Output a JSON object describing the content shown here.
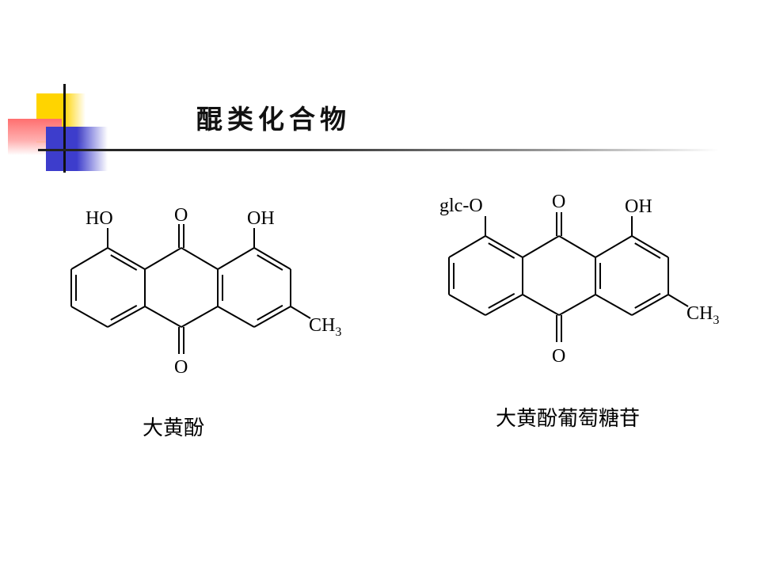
{
  "slide": {
    "title": "醌类化合物"
  },
  "molecules": [
    {
      "name": "大黄酚",
      "labels": {
        "left_sub": "HO",
        "top_carbonyl": "O",
        "right_sub": "OH",
        "bottom_carbonyl": "O",
        "methyl_main": "CH",
        "methyl_sub": "3"
      }
    },
    {
      "name": "大黄酚葡萄糖苷",
      "labels": {
        "left_sub": "glc-O",
        "top_carbonyl": "O",
        "right_sub": "OH",
        "bottom_carbonyl": "O",
        "methyl_main": "CH",
        "methyl_sub": "3"
      }
    }
  ]
}
